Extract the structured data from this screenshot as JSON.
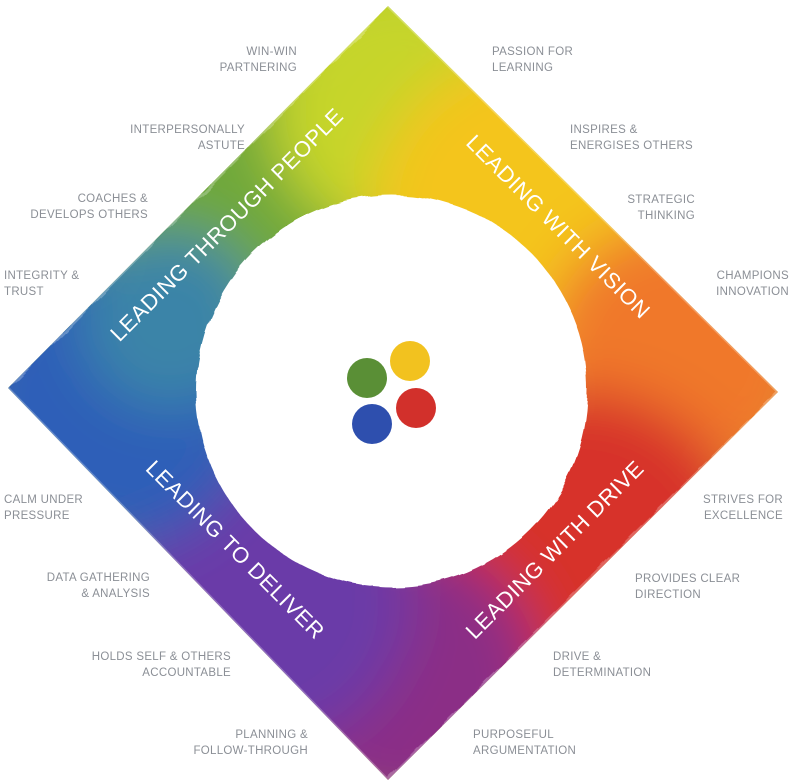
{
  "colors": {
    "green": "#6fa83a",
    "yellow": "#f4c51e",
    "orange": "#f0782a",
    "red": "#d7322c",
    "purple": "#8a2f9c",
    "blue": "#2f5fb8",
    "label_gray": "#8b8f96"
  },
  "bands": {
    "people": "LEADING THROUGH PEOPLE",
    "vision": "LEADING WITH VISION",
    "drive": "LEADING WITH DRIVE",
    "deliver": "LEADING TO DELIVER"
  },
  "labels": {
    "win_win": [
      "WIN-WIN",
      "PARTNERING"
    ],
    "interpersonally": [
      "INTERPERSONALLY",
      "ASTUTE"
    ],
    "coaches": [
      "COACHES &",
      "DEVELOPS OTHERS"
    ],
    "integrity": [
      "INTEGRITY &",
      "TRUST"
    ],
    "passion": [
      "PASSION FOR",
      "LEARNING"
    ],
    "inspires": [
      "INSPIRES &",
      "ENERGISES OTHERS"
    ],
    "strategic": [
      "STRATEGIC",
      "THINKING"
    ],
    "champions": [
      "CHAMPIONS",
      "INNOVATION"
    ],
    "calm": [
      "CALM UNDER",
      "PRESSURE"
    ],
    "data": [
      "DATA GATHERING",
      "& ANALYSIS"
    ],
    "holds": [
      "HOLDS SELF & OTHERS",
      "ACCOUNTABLE"
    ],
    "planning": [
      "PLANNING &",
      "FOLLOW-THROUGH"
    ],
    "strives": [
      "STRIVES FOR",
      "EXCELLENCE"
    ],
    "provides": [
      "PROVIDES CLEAR",
      "DIRECTION"
    ],
    "drive": [
      "DRIVE &",
      "DETERMINATION"
    ],
    "purposeful": [
      "PURPOSEFUL",
      "ARGUMENTATION"
    ]
  }
}
